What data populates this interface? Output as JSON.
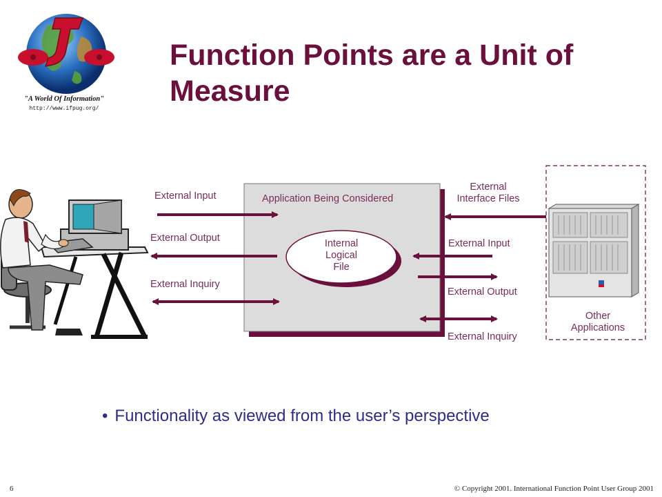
{
  "logo": {
    "name": "ifpug-globe-logo",
    "tagline": "\"A World Of Information\"",
    "url": "http://www.ifpug.org/"
  },
  "slide": {
    "title_line1": "Function Points are a Unit of",
    "title_line2": "Measure"
  },
  "diagram": {
    "user_labels": {
      "external_input": "External Input",
      "external_output": "External Output",
      "external_inquiry": "External Inquiry"
    },
    "application_box": {
      "label": "Application Being Considered",
      "ilf_line1": "Internal",
      "ilf_line2": "Logical",
      "ilf_line3": "File"
    },
    "right_labels": {
      "eif_line1": "External",
      "eif_line2": "Interface Files",
      "external_input": "External Input",
      "external_output": "External Output",
      "external_inquiry": "External Inquiry"
    },
    "other_apps": {
      "line1": "Other",
      "line2": "Applications"
    },
    "colors": {
      "arrow": "#6b0f3d",
      "box_fill": "#dcdcdc",
      "label": "#7a2c58"
    }
  },
  "bullet": {
    "marker": "•",
    "text": "Functionality as viewed from the user’s perspective"
  },
  "footer": {
    "page_number": "6",
    "copyright": "© Copyright 2001. International Function Point User Group 2001"
  }
}
